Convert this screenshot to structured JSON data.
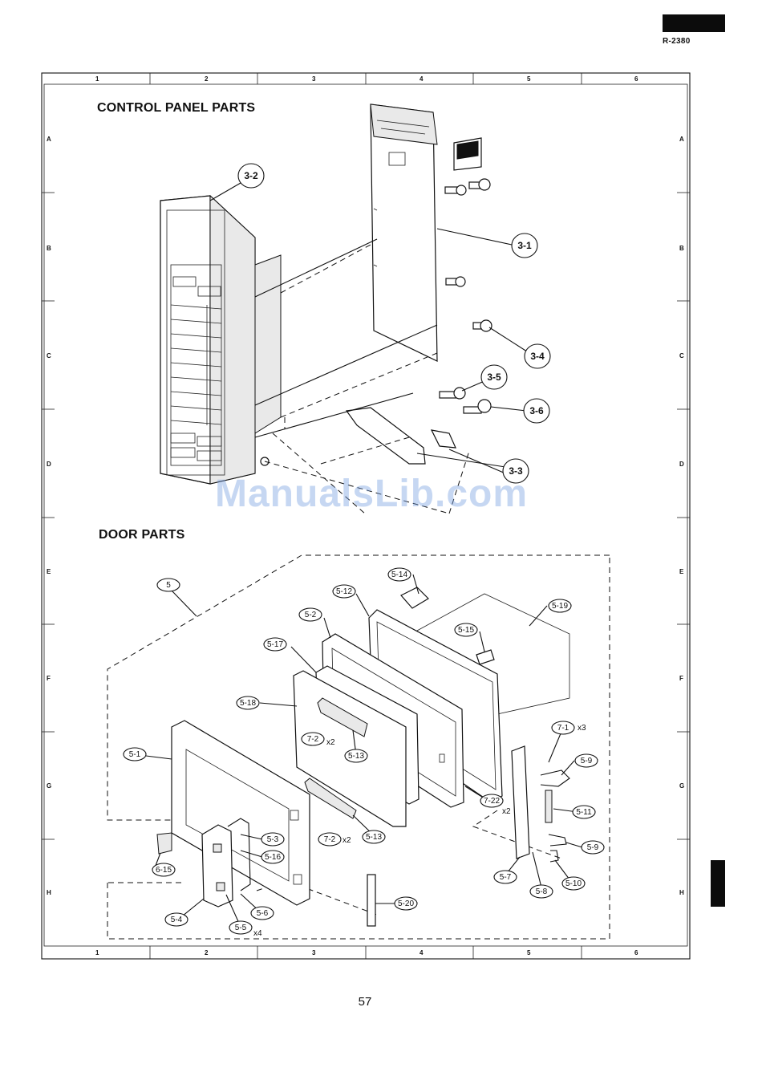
{
  "header": {
    "model_number": "R-2380"
  },
  "sections": {
    "control_panel_title": "CONTROL PANEL PARTS",
    "door_title": "DOOR PARTS"
  },
  "grid": {
    "columns": [
      "1",
      "2",
      "3",
      "4",
      "5",
      "6"
    ],
    "rows": [
      "A",
      "B",
      "C",
      "D",
      "E",
      "F",
      "G",
      "H"
    ]
  },
  "control_panel_refs": [
    "3-1",
    "3-2",
    "3-3",
    "3-4",
    "3-5",
    "3-6"
  ],
  "door_refs": [
    "5",
    "5-1",
    "5-2",
    "5-3",
    "5-4",
    "5-5",
    "5-6",
    "5-7",
    "5-8",
    "5-9",
    "5-10",
    "5-11",
    "5-12",
    "5-13",
    "5-14",
    "5-15",
    "5-16",
    "5-17",
    "5-18",
    "5-19",
    "5-20",
    "6-15",
    "7-1",
    "7-2",
    "7-22"
  ],
  "qty_notes": {
    "x2": "x2",
    "x3": "x3",
    "x4": "x4"
  },
  "watermark": "ManualsLib.com",
  "page_number": "57"
}
